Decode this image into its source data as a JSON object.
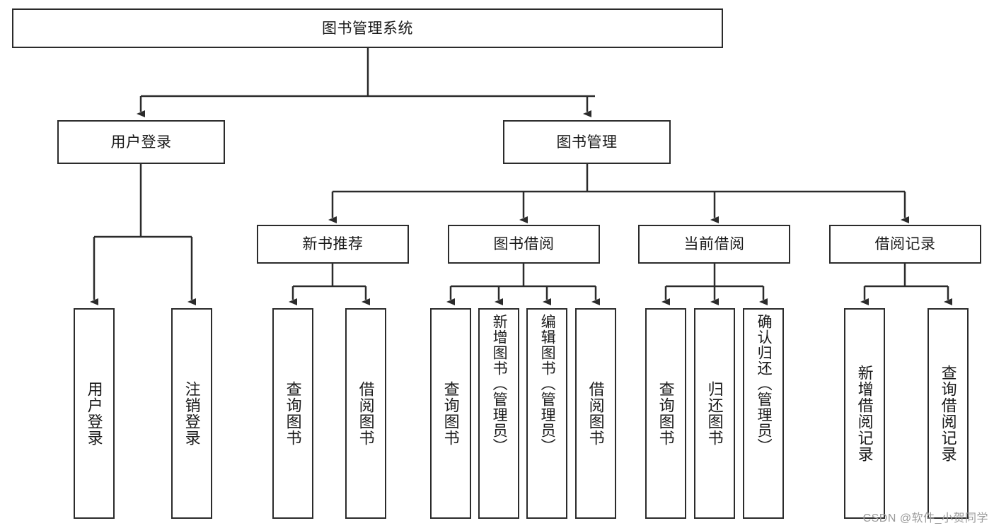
{
  "diagram": {
    "title_node": {
      "label": "图书管理系统"
    },
    "level2": [
      {
        "id": "user-login",
        "label": "用户登录"
      },
      {
        "id": "book-management",
        "label": "图书管理"
      }
    ],
    "level3": [
      {
        "id": "new-book-recommend",
        "label": "新书推荐"
      },
      {
        "id": "book-borrow",
        "label": "图书借阅"
      },
      {
        "id": "current-borrow",
        "label": "当前借阅"
      },
      {
        "id": "borrow-record",
        "label": "借阅记录"
      }
    ],
    "leaves": {
      "user_login": [
        {
          "id": "leaf-user-login",
          "label": "用户登录"
        },
        {
          "id": "leaf-logout-login",
          "label": "注销登录"
        }
      ],
      "new_book_recommend": [
        {
          "id": "leaf-query-book-1",
          "label": "查询图书"
        },
        {
          "id": "leaf-borrow-book-1",
          "label": "借阅图书"
        }
      ],
      "book_borrow": [
        {
          "id": "leaf-query-book-2",
          "label": "查询图书"
        },
        {
          "id": "leaf-add-book",
          "label": "新增图书（管理员）"
        },
        {
          "id": "leaf-edit-book",
          "label": "编辑图书（管理员）"
        },
        {
          "id": "leaf-borrow-book-2",
          "label": "借阅图书"
        }
      ],
      "current_borrow": [
        {
          "id": "leaf-query-book-3",
          "label": "查询图书"
        },
        {
          "id": "leaf-return-book",
          "label": "归还图书"
        },
        {
          "id": "leaf-confirm-return",
          "label": "确认归还（管理员）"
        }
      ],
      "borrow_record": [
        {
          "id": "leaf-add-record",
          "label": "新增借阅记录"
        },
        {
          "id": "leaf-query-record",
          "label": "查询借阅记录"
        }
      ]
    },
    "watermark": "CSDN @软件_小贺同学",
    "colors": {
      "stroke": "#2b2b2b",
      "fill": "#ffffff",
      "text": "#1a1a1a",
      "watermark": "#9a9a9a"
    }
  }
}
